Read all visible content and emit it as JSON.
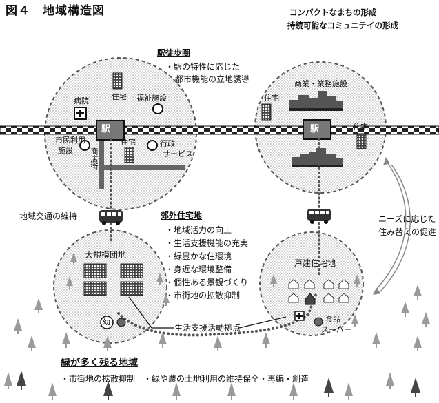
{
  "title": "図４　地域構造図",
  "goals": [
    "コンパクトなまちの形成",
    "持続可能なコミュニテイの形成"
  ],
  "station_walk_area": {
    "heading": "駅徒歩圏",
    "bullets": [
      "・駅の特性に応じた",
      "都市機能の立地誘導"
    ],
    "station_label": "駅",
    "left_facilities": {
      "hospital": "病院",
      "housing": "住宅",
      "welfare": "福祉施設",
      "civic_line1": "市民利用",
      "civic_line2": "施設",
      "shopping_street": "商店街",
      "housing2": "住宅",
      "admin_line1": "行政",
      "admin_line2": "サービス"
    },
    "right_facilities": {
      "housing": "住宅",
      "commercial": "商業・業務施設",
      "housing2": "住宅"
    }
  },
  "transport": "地域交通の維持",
  "relocation": [
    "ニーズに応じた",
    "住み替えの促進"
  ],
  "suburban": {
    "heading": "郊外住宅地",
    "bullets": [
      "・地域活力の向上",
      "・生活支援機能の充実",
      "・緑豊かな住環境",
      "・身近な環境整備",
      "・個性ある景観づくり",
      "・市街地の拡散抑制"
    ]
  },
  "large_estate": "大規模団地",
  "kindergarten": "幼",
  "detached_housing": "戸建住宅地",
  "life_support_hub": "生活支援活動拠点",
  "supermarket": [
    "食品",
    "スーパー"
  ],
  "green_area": {
    "heading": "緑が多く残る地域",
    "bullets": "・市街地の拡散抑制　・緑や農の土地利用の維持保全・再編・創造"
  }
}
